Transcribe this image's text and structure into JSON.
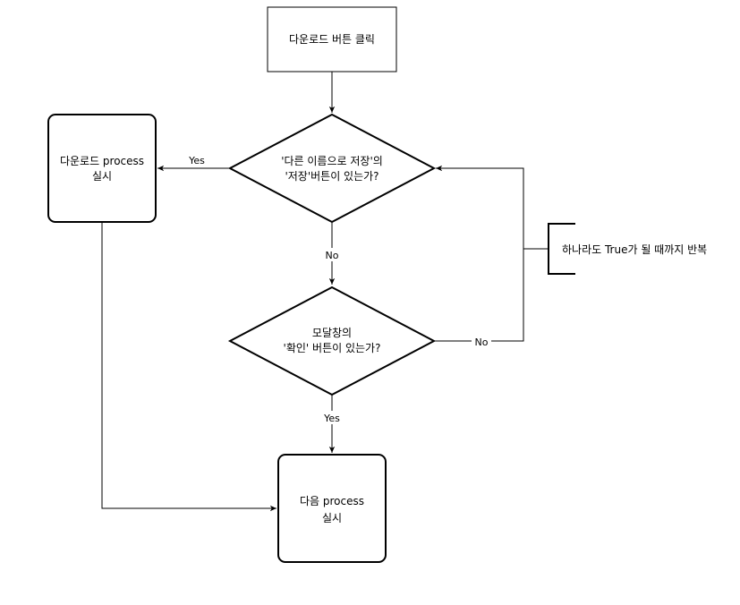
{
  "nodes": {
    "start": {
      "label": "다운로드 버튼 클릭"
    },
    "decision_save": {
      "line1": "'다른 이름으로 저장'의",
      "line2": "'저장'버튼이 있는가?"
    },
    "download_process": {
      "line1": "다운로드 process",
      "line2": "실시"
    },
    "decision_modal": {
      "line1": "모달창의",
      "line2": "'확인' 버튼이 있는가?"
    },
    "next_process": {
      "line1": "다음 process",
      "line2": "실시"
    }
  },
  "edges": {
    "yes_left": "Yes",
    "no_down": "No",
    "yes_down": "Yes",
    "no_loop": "No"
  },
  "annotation": {
    "text": "하나라도 True가 될 때까지 반복"
  }
}
